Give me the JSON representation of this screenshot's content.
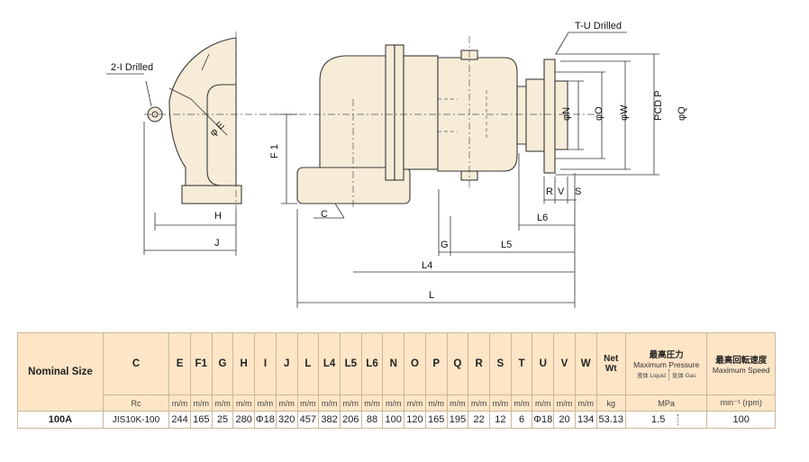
{
  "drawing": {
    "labels": {
      "drilled_2i": "2-I Drilled",
      "tu_drilled": "T-U Drilled",
      "phi_e": "φ E",
      "h": "H",
      "j": "J",
      "f1": "F 1",
      "c": "C",
      "g": "G",
      "l5": "L5",
      "l4": "L4",
      "l": "L",
      "l6": "L6",
      "r": "R",
      "v": "V",
      "s": "S",
      "phi_n": "φN",
      "phi_o": "φO",
      "phi_w": "φW",
      "pcd_p": "PCD P",
      "phi_q": "φQ"
    }
  },
  "table": {
    "nominal_header": "Nominal Size",
    "columns": [
      "C",
      "E",
      "F1",
      "G",
      "H",
      "I",
      "J",
      "L",
      "L4",
      "L5",
      "L6",
      "N",
      "O",
      "P",
      "Q",
      "R",
      "S",
      "T",
      "U",
      "V",
      "W"
    ],
    "net_wt": "Net Wt",
    "pressure_jp": "最高圧力",
    "pressure_en": "Maximum Pressure",
    "liquid": "液体 Liquid",
    "gas": "気体 Gas",
    "speed_jp": "最高回転速度",
    "speed_en": "Maximum Speed",
    "units": {
      "c": "Rc",
      "mm": "m/m",
      "kg": "kg",
      "mpa": "MPa",
      "rpm": "min⁻¹ (rpm)"
    },
    "row": {
      "size": "100A",
      "values": [
        "JIS10K-100",
        "244",
        "165",
        "25",
        "280",
        "Φ18",
        "320",
        "457",
        "382",
        "206",
        "88",
        "100",
        "120",
        "165",
        "195",
        "22",
        "12",
        "6",
        "Φ18",
        "20",
        "134"
      ],
      "net_wt": "53.13",
      "pressure_liquid": "1.5",
      "pressure_gas": "",
      "speed": "100"
    }
  }
}
